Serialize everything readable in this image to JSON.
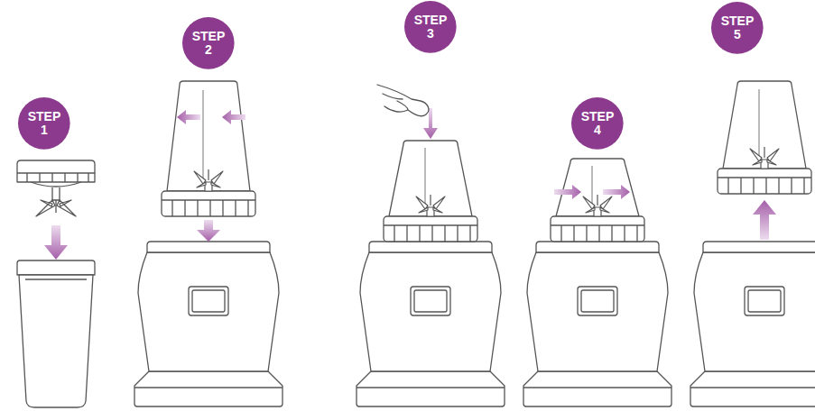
{
  "diagram": {
    "nodes": [
      {
        "text": [
          "STEP 1"
        ]
      },
      {
        "text": [
          "STEP 2"
        ]
      },
      {
        "text": [
          "STEP 3"
        ]
      },
      {
        "text": [
          "STEP 4"
        ]
      },
      {
        "text": [
          "STEP 5"
        ]
      }
    ]
  }
}
